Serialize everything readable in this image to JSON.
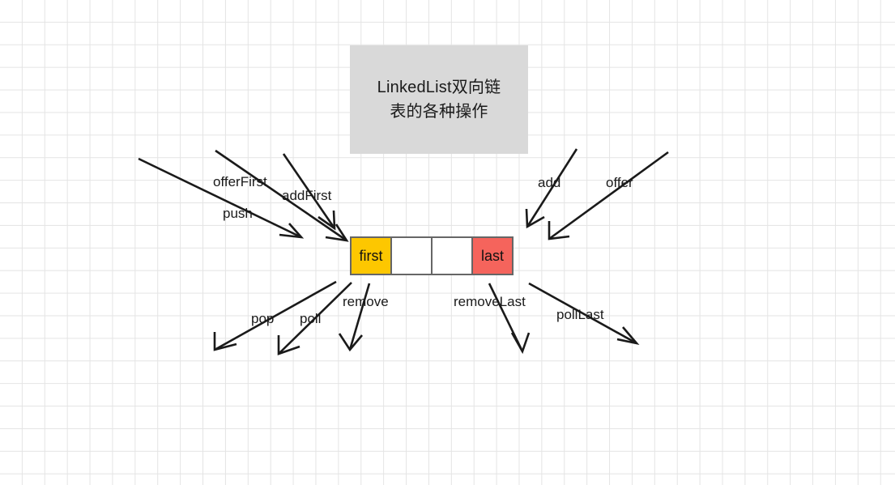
{
  "diagram": {
    "title": {
      "line1": "LinkedList双向链",
      "line2": "表的各种操作",
      "background_color": "#d9d9d9"
    },
    "list": {
      "cells": [
        {
          "label": "first",
          "color": "#fdc700"
        },
        {
          "label": "",
          "color": "#ffffff"
        },
        {
          "label": "",
          "color": "#ffffff"
        },
        {
          "label": "last",
          "color": "#f5645c"
        }
      ]
    },
    "operations": {
      "head_insert": [
        {
          "label": "offerFirst"
        },
        {
          "label": "addFirst"
        },
        {
          "label": "push"
        }
      ],
      "tail_insert": [
        {
          "label": "add"
        },
        {
          "label": "offer"
        }
      ],
      "head_remove": [
        {
          "label": "pop"
        },
        {
          "label": "poll"
        },
        {
          "label": "remove"
        }
      ],
      "tail_remove": [
        {
          "label": "removeLast"
        },
        {
          "label": "pollLast"
        }
      ]
    },
    "colors": {
      "grid": "#e4e4e4",
      "stroke": "#1a1a1a",
      "cell_border": "#666666"
    }
  }
}
